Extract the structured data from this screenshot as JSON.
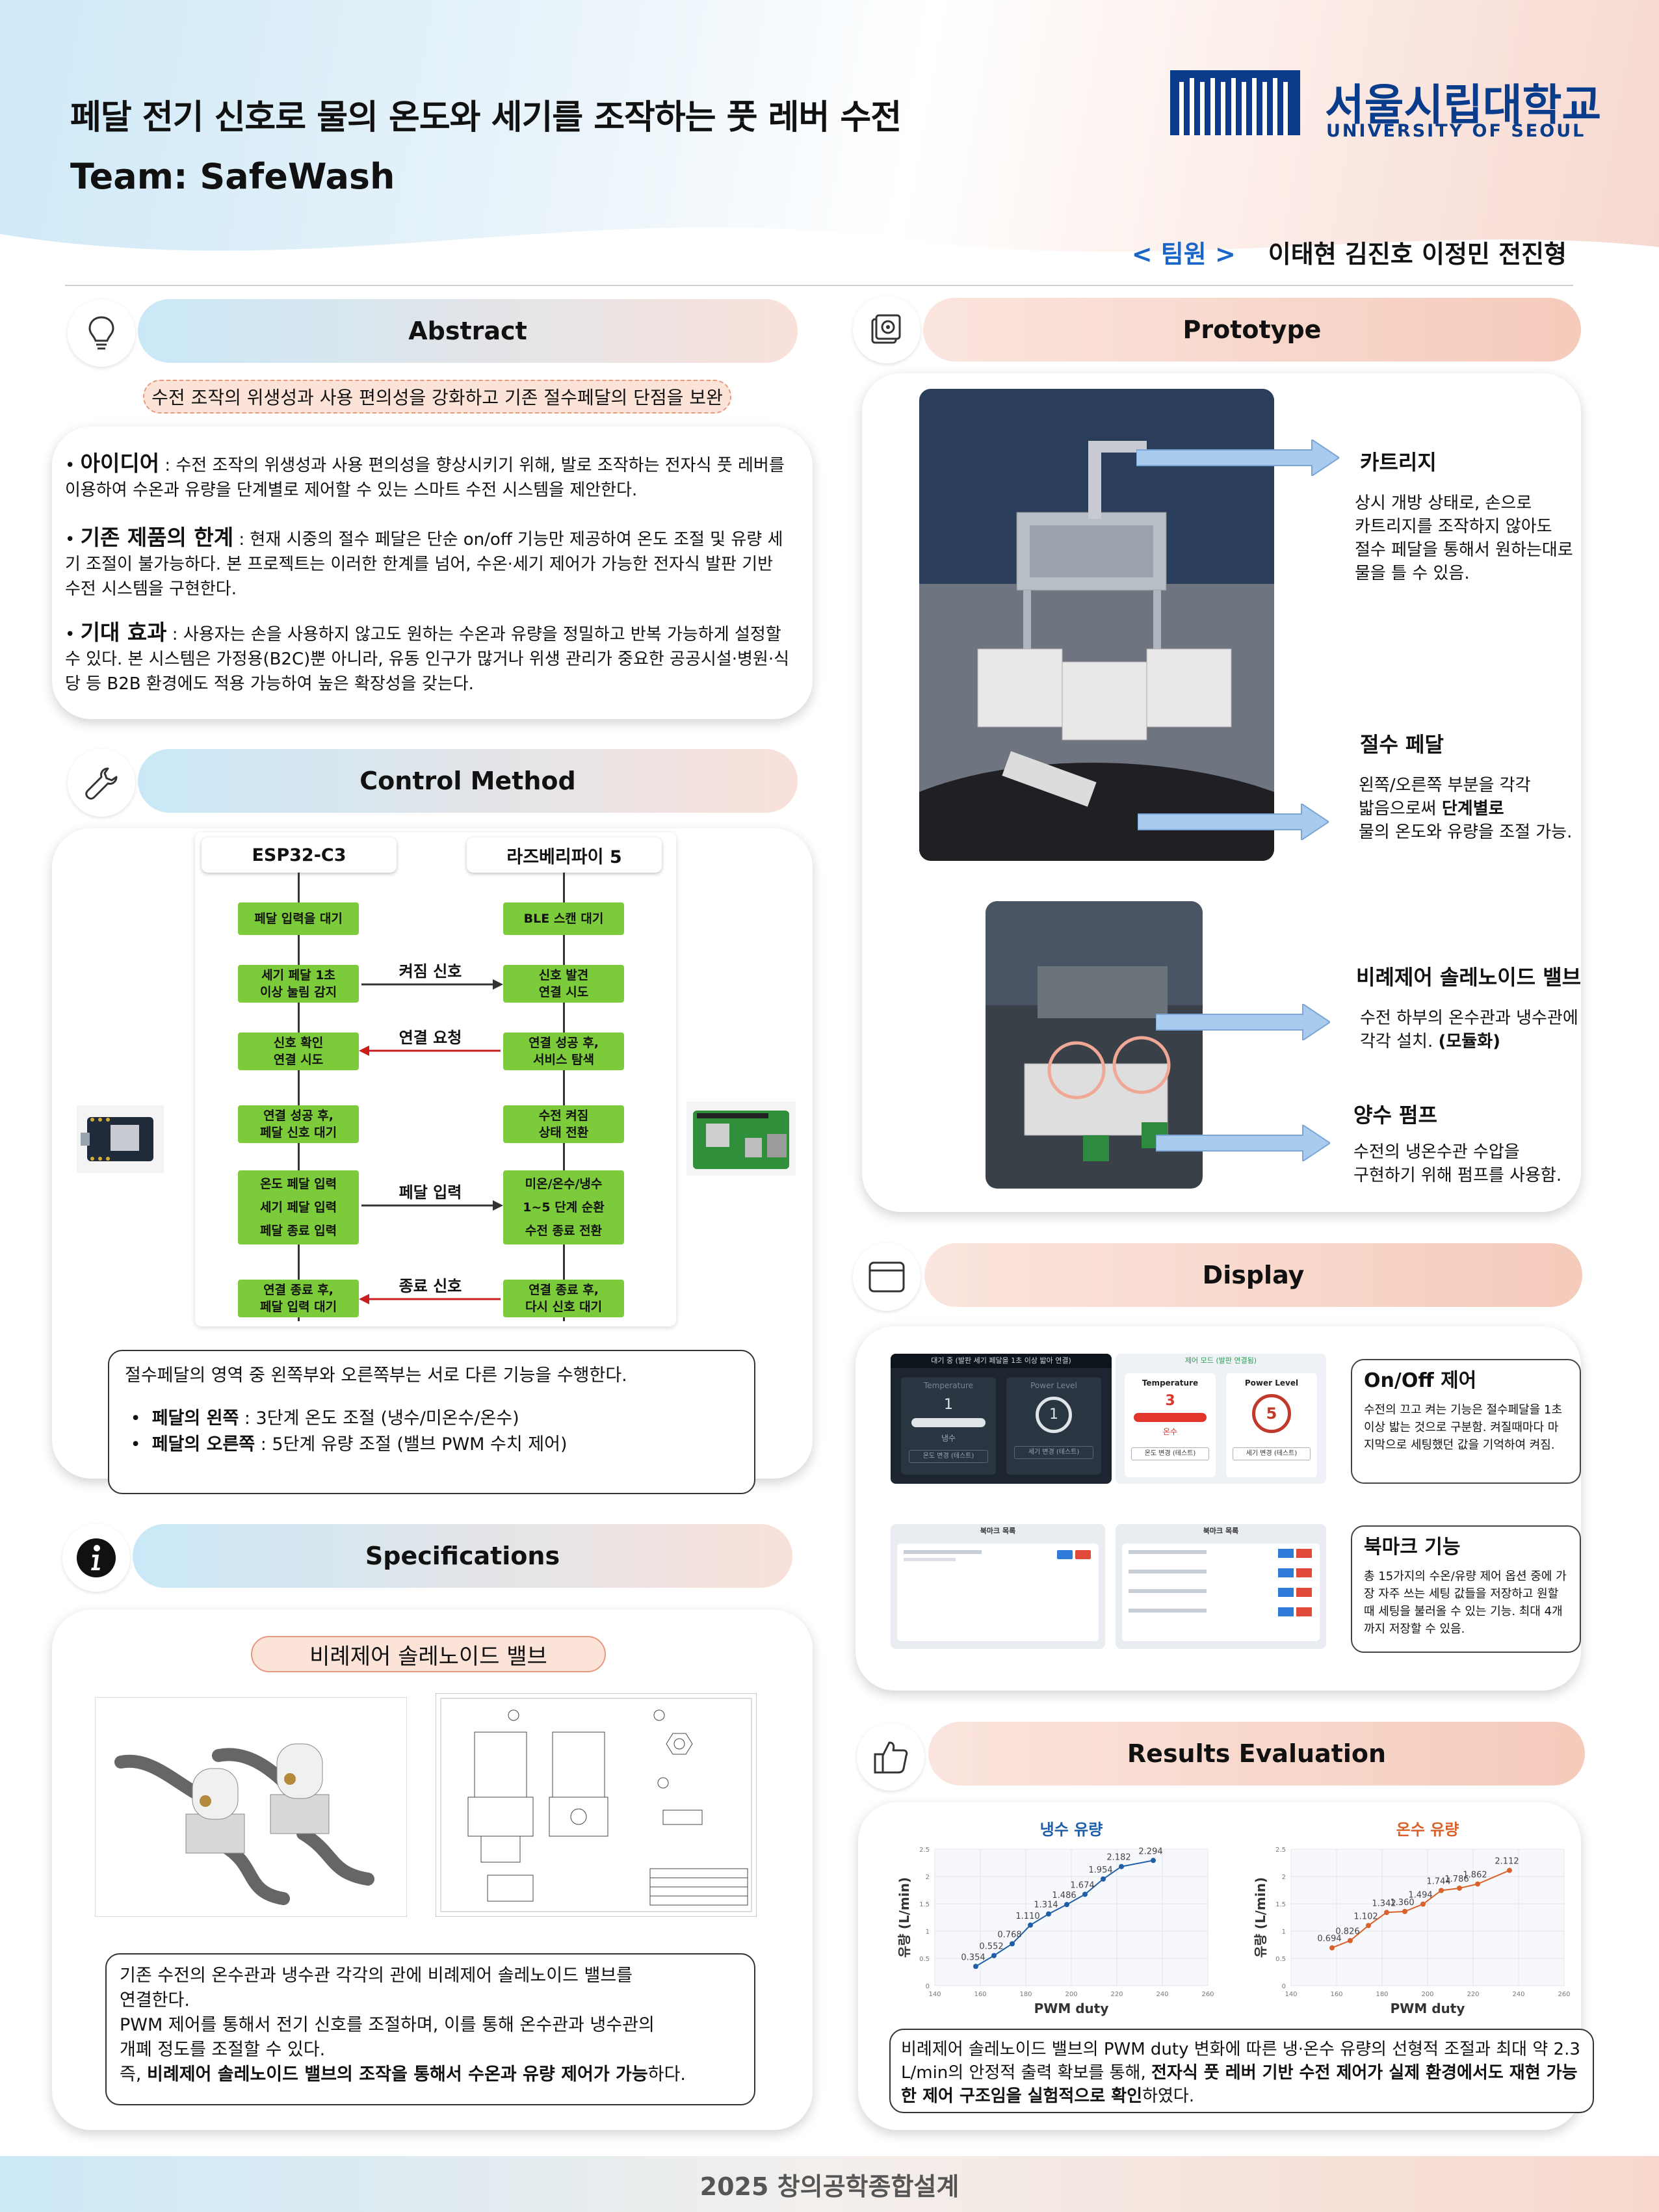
{
  "header": {
    "title": "페달 전기 신호로 물의 온도와 세기를 조작하는 풋 레버 수전",
    "team": "Team: SafeWash",
    "logo_ko": "서울시립대학교",
    "logo_en": "UNIVERSITY OF SEOUL",
    "members_tag": "< 팀원 >",
    "members": "이태현 김진호 이정민 전진형"
  },
  "abstract": {
    "heading": "Abstract",
    "pill": "수전 조작의 위생성과 사용 편의성을 강화하고 기존 절수페달의 단점을 보완",
    "items": [
      {
        "key": "아이디어",
        "sep": " : ",
        "text": "수전 조작의 위생성과 사용 편의성을 향상시키기 위해, 발로 조작하는 전자식 풋 레버를 이용하여 수온과 유량을 단계별로 제어할 수 있는 스마트 수전 시스템을 제안한다."
      },
      {
        "key": "기존 제품의 한계",
        "sep": " : ",
        "text": "현재 시중의 절수 페달은 단순 on/off 기능만 제공하여 온도 조절 및 유량 세기 조절이 불가능하다. 본 프로젝트는 이러한 한계를 넘어, 수온·세기 제어가 가능한 전자식 발판 기반 수전 시스템을 구현한다."
      },
      {
        "key": "기대 효과",
        "sep": " : ",
        "text": "사용자는 손을 사용하지 않고도 원하는 수온과 유량을 정밀하고 반복 가능하게 설정할 수 있다. 본 시스템은 가정용(B2C)뿐 아니라, 유동 인구가 많거나 위생 관리가 중요한 공공시설·병원·식당 등 B2B 환경에도 적용 가능하여 높은 확장성을 갖는다."
      }
    ]
  },
  "control": {
    "heading": "Control Method",
    "left_title": "ESP32-C3",
    "right_title": "라즈베리파이 5",
    "left_steps": [
      "페달 입력을 대기",
      "세기 페달 1초\n이상 눌림 감지",
      "신호 확인\n연결 시도",
      "연결 성공 후,\n페달 신호 대기",
      "온도 페달 입력\n세기 페달 입력\n페달 종료 입력",
      "연결 종료 후,\n페달 입력 대기"
    ],
    "right_steps": [
      "BLE 스캔 대기",
      "신호 발견\n연결 시도",
      "연결 성공 후,\n서비스 탐색",
      "수전 켜짐\n상태 전환",
      "미온/온수/냉수\n1~5 단계 순환\n수전 종료 전환",
      "연결 종료 후,\n다시 신호 대기"
    ],
    "arrows": [
      "켜짐 신호",
      "연결 요청",
      "페달 입력",
      "종료 신호"
    ],
    "note_intro": "절수페달의 영역 중 왼쪽부와 오른쪽부는 서로 다른 기능을 수행한다.",
    "note_left_key": "페달의 왼쪽",
    "note_left_text": " : 3단계 온도 조절 (냉수/미온수/온수)",
    "note_right_key": "페달의 오른쪽",
    "note_right_text": " : 5단계 유량 조절 (밸브 PWM 수치 제어)"
  },
  "specs": {
    "heading": "Specifications",
    "pill": "비례제어 솔레노이드 밸브",
    "note_lines": [
      "기존 수전의 온수관과 냉수관 각각의 관에 비례제어 솔레노이드 밸브를",
      "연결한다.",
      "PWM 제어를 통해서 전기 신호를 조절하며, 이를 통해 온수관과 냉수관의",
      "개폐 정도를 조절할 수 있다."
    ],
    "note_last_prefix": "즉, ",
    "note_last_bold": "비례제어 솔레노이드 밸브의 조작을 통해서 수온과 유량 제어가 가능",
    "note_last_suffix": "하다."
  },
  "prototype": {
    "heading": "Prototype",
    "items": [
      {
        "title": "카트리지",
        "text": "상시 개방 상태로, 손으로\n카트리지를 조작하지 않아도\n절수 페달을 통해서 원하는대로\n물을 틀 수 있음."
      },
      {
        "title": "절수 페달",
        "text_a": "왼쪽/오른쪽 부분을 각각\n밟음으로써 ",
        "text_b": "단계별로",
        "text_c": "\n물의 온도와 유량을 조절 가능."
      },
      {
        "title": "비례제어 솔레노이드 밸브",
        "text_a": "수전 하부의 온수관과 냉수관에\n각각 설치. ",
        "text_b": "(모듈화)"
      },
      {
        "title": "양수 펌프",
        "text": "수전의 냉온수관 수압을\n구현하기 위해 펌프를 사용함."
      }
    ]
  },
  "display": {
    "heading": "Display",
    "screen1": {
      "top": "대기 중 (발판 세기 페달을 1초 이상 밟아 연결)",
      "temp_label": "Temperature",
      "power_label": "Power Level",
      "temp_value": "1",
      "power_value": "1",
      "temp_text": "냉수",
      "btn_a": "온도 변경 (테스트)",
      "btn_b": "세기 변경 (테스트)"
    },
    "screen2": {
      "top": "제어 모드 (발판 연결됨)",
      "temp_label": "Temperature",
      "power_label": "Power Level",
      "temp_value": "3",
      "power_value": "5",
      "temp_text": "온수",
      "btn_a": "온도 변경 (테스트)",
      "btn_b": "세기 변경 (테스트)"
    },
    "screen3": {
      "top": "북마크 목록"
    },
    "screen4": {
      "top": "북마크 목록"
    },
    "onoff_title": "On/Off 제어",
    "onoff_text": "수전의 끄고 켜는 기능은 절수페달을 1초 이상 밟는 것으로 구분함. 켜질때마다 마지막으로 세팅했던 값을 기억하여 켜짐.",
    "bookmark_title": "북마크 기능",
    "bookmark_text": "총 15가지의 수온/유량 제어 옵션 중에 가장 자주 쓰는 세팅 값들을 저장하고 원할 때 세팅을 불러올 수 있는 기능. 최대 4개까지 저장할 수 있음."
  },
  "results": {
    "heading": "Results Evaluation",
    "summary_a": "비례제어 솔레노이드 밸브의 PWM duty 변화에 따른 냉·온수 유량의 선형적 조절과 최대 약 2.3 L/min의 안정적 출력 확보를 통해, ",
    "summary_b": "전자식 풋 레버 기반 수전 제어가 실제 환경에서도 재현 가능한 제어 구조임을 실험적으로 확인",
    "summary_c": "하였다."
  },
  "chart_data": [
    {
      "type": "line",
      "title": "냉수 유량",
      "xlabel": "PWM duty",
      "ylabel": "유량 (L/min)",
      "xlim": [
        140,
        260
      ],
      "ylim": [
        0,
        2.5
      ],
      "x_ticks": [
        140,
        160,
        180,
        200,
        220,
        240,
        260
      ],
      "y_ticks": [
        0,
        0.5,
        1,
        1.5,
        2,
        2.5
      ],
      "x": [
        158,
        166,
        174,
        182,
        190,
        198,
        206,
        214,
        222,
        236
      ],
      "y": [
        0.354,
        0.552,
        0.768,
        1.11,
        1.314,
        1.486,
        1.674,
        1.954,
        2.182,
        2.294
      ],
      "color": "#1f5fa8"
    },
    {
      "type": "line",
      "title": "온수 유량",
      "xlabel": "PWM duty",
      "ylabel": "유량 (L/min)",
      "xlim": [
        140,
        260
      ],
      "ylim": [
        0,
        2.5
      ],
      "x_ticks": [
        140,
        160,
        180,
        200,
        220,
        240,
        260
      ],
      "y_ticks": [
        0,
        0.5,
        1,
        1.5,
        2,
        2.5
      ],
      "x": [
        158,
        166,
        174,
        182,
        190,
        198,
        206,
        214,
        222,
        236
      ],
      "y": [
        0.694,
        0.826,
        1.102,
        1.342,
        1.36,
        1.494,
        1.744,
        1.786,
        1.862,
        2.112
      ],
      "color": "#d9622b"
    }
  ],
  "footer": "2025 창의공학종합설계"
}
